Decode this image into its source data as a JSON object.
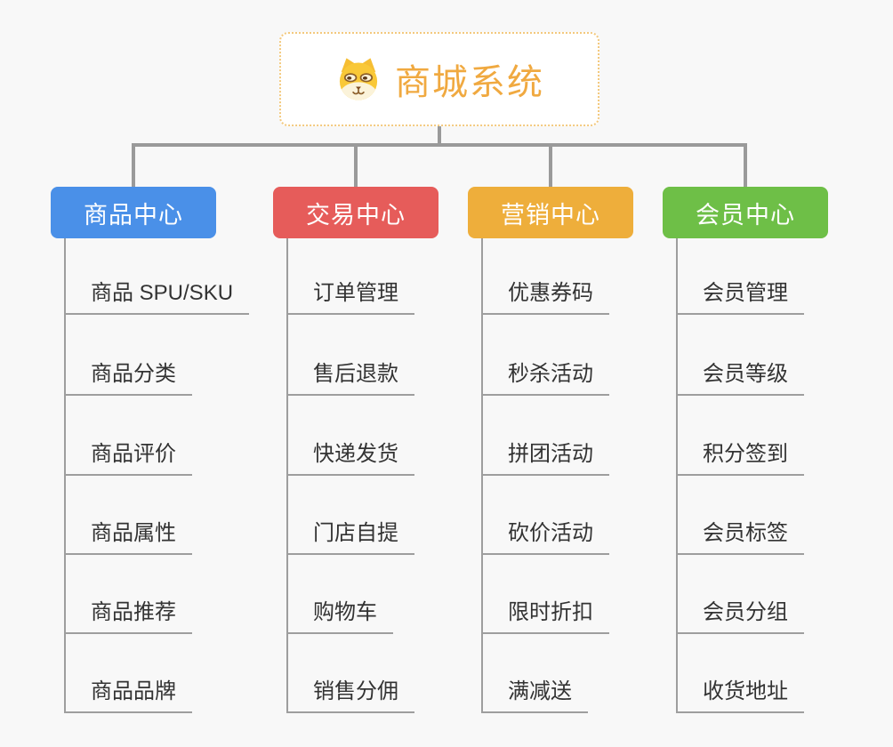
{
  "root": {
    "title": "商城系统",
    "icon": "dog-icon",
    "accent_color": "#F0A940",
    "border_color": "#F3C97E"
  },
  "branches": [
    {
      "label": "商品中心",
      "color": "#4A90E8",
      "children": [
        "商品 SPU/SKU",
        "商品分类",
        "商品评价",
        "商品属性",
        "商品推荐",
        "商品品牌"
      ]
    },
    {
      "label": "交易中心",
      "color": "#E65C5A",
      "children": [
        "订单管理",
        "售后退款",
        "快递发货",
        "门店自提",
        "购物车",
        "销售分佣"
      ]
    },
    {
      "label": "营销中心",
      "color": "#EEAE3B",
      "children": [
        "优惠券码",
        "秒杀活动",
        "拼团活动",
        "砍价活动",
        "限时折扣",
        "满减送"
      ]
    },
    {
      "label": "会员中心",
      "color": "#6EBF47",
      "children": [
        "会员管理",
        "会员等级",
        "积分签到",
        "会员标签",
        "会员分组",
        "收货地址"
      ]
    }
  ],
  "style": {
    "background": "#F8F8F8",
    "connector_color": "#9A9A9A",
    "leaf_text_color": "#333333",
    "leaf_line_color": "#9E9E9E"
  }
}
